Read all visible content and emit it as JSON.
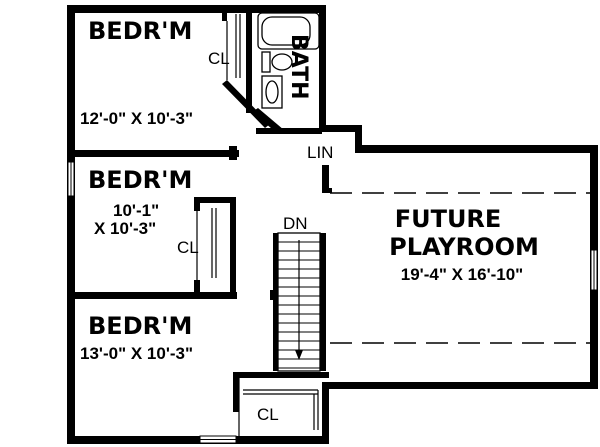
{
  "rooms": [
    {
      "id": "bedroom_1",
      "title": "BEDR'M",
      "dimensions": "12'-0\" X 10'-3\""
    },
    {
      "id": "bedroom_2",
      "title": "BEDR'M",
      "dimensions_line1": "10'-1\"",
      "dimensions_line2": "X 10'-3\""
    },
    {
      "id": "bedroom_3",
      "title": "BEDR'M",
      "dimensions": "13'-0\" X 10'-3\""
    },
    {
      "id": "bath",
      "title": "BATH"
    },
    {
      "id": "linen",
      "title": "LIN"
    },
    {
      "id": "playroom",
      "title_line1": "FUTURE",
      "title_line2": "PLAYROOM",
      "dimensions": "19'-4\" X 16'-10\""
    }
  ],
  "closets": [
    "CL",
    "CL",
    "CL"
  ],
  "stairs": {
    "label": "DN"
  }
}
